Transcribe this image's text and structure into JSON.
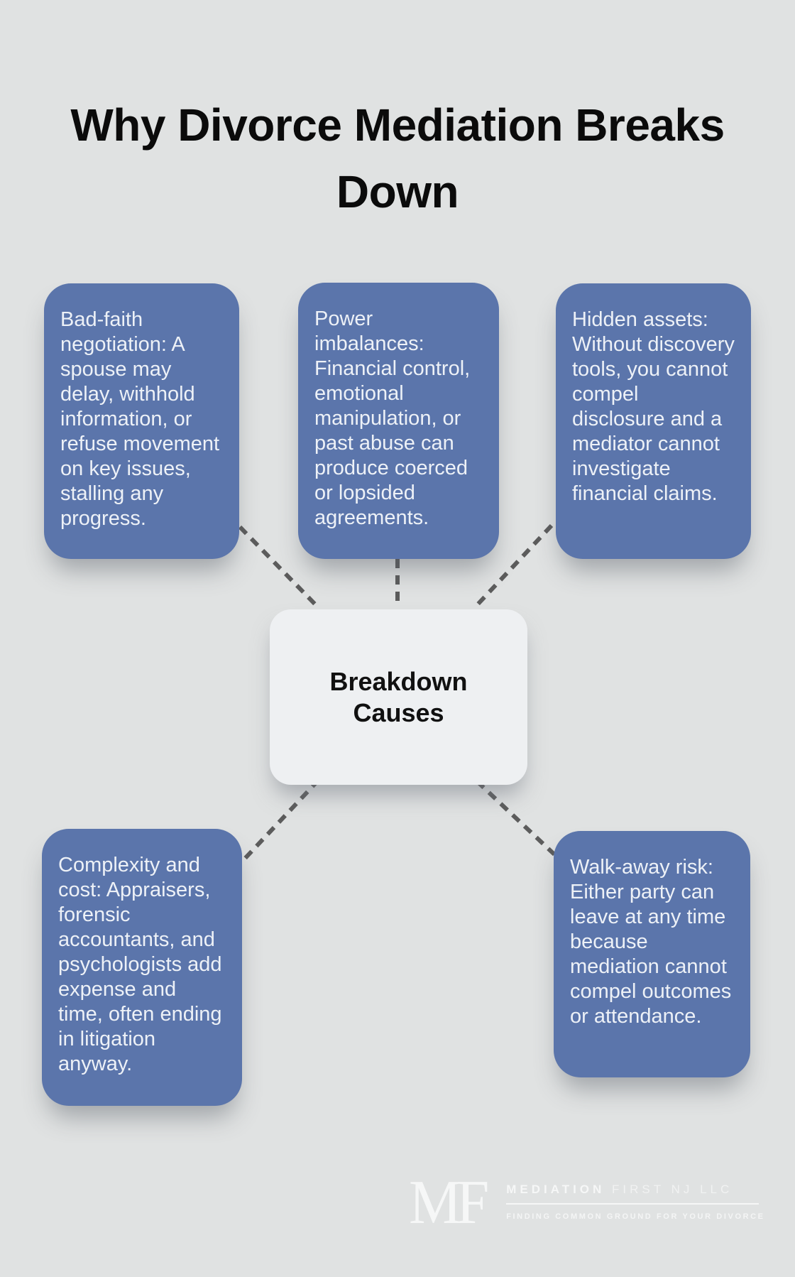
{
  "title": "Why Divorce Mediation Breaks Down",
  "center": {
    "label": "Breakdown Causes"
  },
  "causes": [
    {
      "id": "bad-faith-negotiation",
      "text": "Bad-faith negotiation: A spouse may delay, withhold information, or refuse movement on key issues, stalling any progress."
    },
    {
      "id": "power-imbalances",
      "text": "Power imbalances: Financial control, emotional manipulation, or past abuse can produce coerced or lopsided agreements."
    },
    {
      "id": "hidden-assets",
      "text": "Hidden assets: Without discovery tools, you cannot compel disclosure and a mediator cannot investigate financial claims."
    },
    {
      "id": "complexity-and-cost",
      "text": "Complexity and cost: Appraisers, forensic accountants, and psychologists add expense and time, often ending in litigation anyway."
    },
    {
      "id": "walk-away-risk",
      "text": "Walk-away risk: Either party can leave at any time because mediation cannot compel outcomes or attendance."
    }
  ],
  "footer": {
    "monogram": "MF",
    "brand_primary": "MEDIATION",
    "brand_secondary": "FIRST NJ LLC",
    "tagline": "FINDING COMMON GROUND FOR YOUR DIVORCE"
  },
  "colors": {
    "background": "#e0e2e2",
    "card_blue": "#5b75ab",
    "card_text": "#edf1f7",
    "center_box": "#eef0f2",
    "connector": "#5c5c5c",
    "title_text": "#0b0b0b",
    "logo_white": "#f6f7f7"
  }
}
